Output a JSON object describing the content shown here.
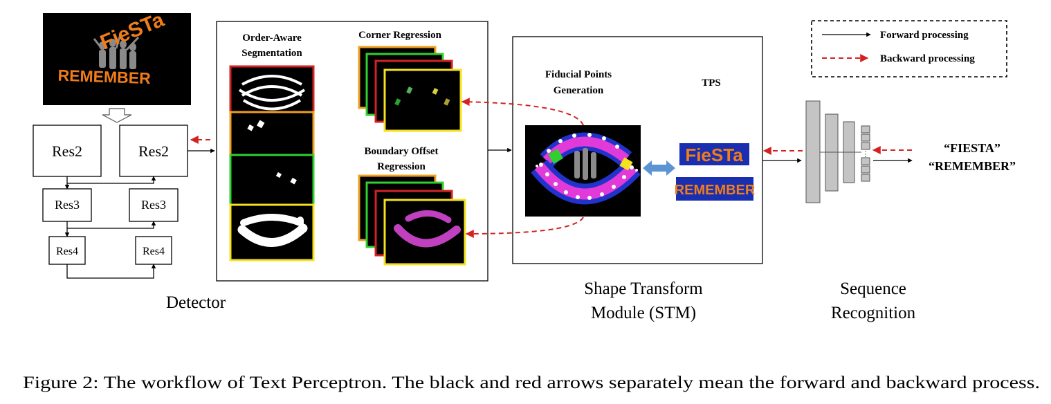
{
  "diagram": {
    "input_image": {
      "line1": "FieSTa",
      "line2": "REMEMBER"
    },
    "backbone": {
      "left": [
        "Res2",
        "Res3",
        "Res4"
      ],
      "right": [
        "Res2",
        "Res3",
        "Res4"
      ]
    },
    "detector": {
      "label": "Detector",
      "seg_title": [
        "Order-Aware",
        "Segmentation"
      ],
      "corner_title": "Corner Regression",
      "boundary_title": [
        "Boundary Offset",
        "Regression"
      ]
    },
    "stm": {
      "fiducial_title": [
        "Fiducial Points",
        "Generation"
      ],
      "tps_title": "TPS",
      "crop1": "FieSTa",
      "crop2": "REMEMBER",
      "label": [
        "Shape Transform",
        "Module (STM)"
      ]
    },
    "recognition": {
      "label": [
        "Sequence",
        "Recognition"
      ],
      "outputs": [
        "“FIESTA”",
        "“REMEMBER”"
      ]
    },
    "legend": {
      "forward": "Forward processing",
      "backward": "Backward processing"
    },
    "caption": "Figure 2: The workflow of Text Perceptron. The black and red arrows separately mean the forward and backward process.",
    "colors": {
      "red_arrow": "#d42222",
      "orange_text": "#f07d1a",
      "magenta": "#e23ad8",
      "blue": "#2233cc",
      "tps_fill": "#1a2fb0",
      "border_red": "#d42222",
      "border_orange": "#f0a020",
      "border_green": "#30d030",
      "border_yellow": "#f5e21c",
      "double_arrow": "#5b93d3"
    }
  }
}
